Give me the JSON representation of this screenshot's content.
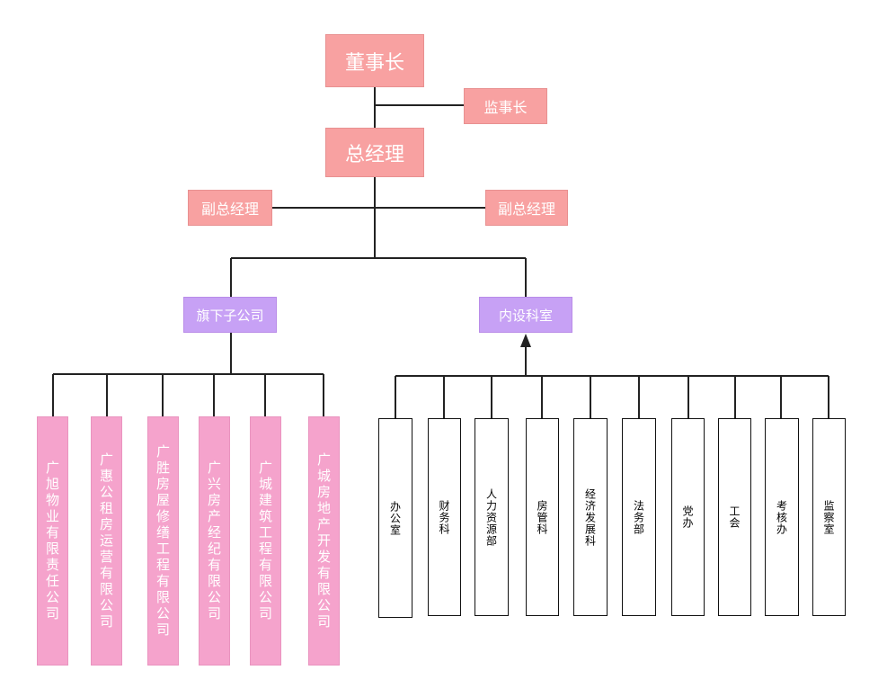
{
  "chairman": "董事长",
  "supervisor": "监事长",
  "general_manager": "总经理",
  "vice_gm_left": "副总经理",
  "vice_gm_right": "副总经理",
  "subsidiaries_label": "旗下子公司",
  "internal_label": "内设科室",
  "subsidiaries": [
    "广旭物业有限责任公司",
    "广惠公租房运营有限公司",
    "广胜房屋修缮工程有限公司",
    "广兴房产经纪有限公司",
    "广城建筑工程有限公司",
    "广城房地产开发有限公司"
  ],
  "departments": [
    "办公室",
    "财务科",
    "人力资源部",
    "房管科",
    "经济发展科",
    "法务部",
    "党办",
    "工会",
    "考核办",
    "监察室"
  ],
  "colors": {
    "executive": "#f8a1a1",
    "division": "#c7a1f5",
    "subsidiary": "#f5a3cc",
    "department_border": "#111111"
  }
}
